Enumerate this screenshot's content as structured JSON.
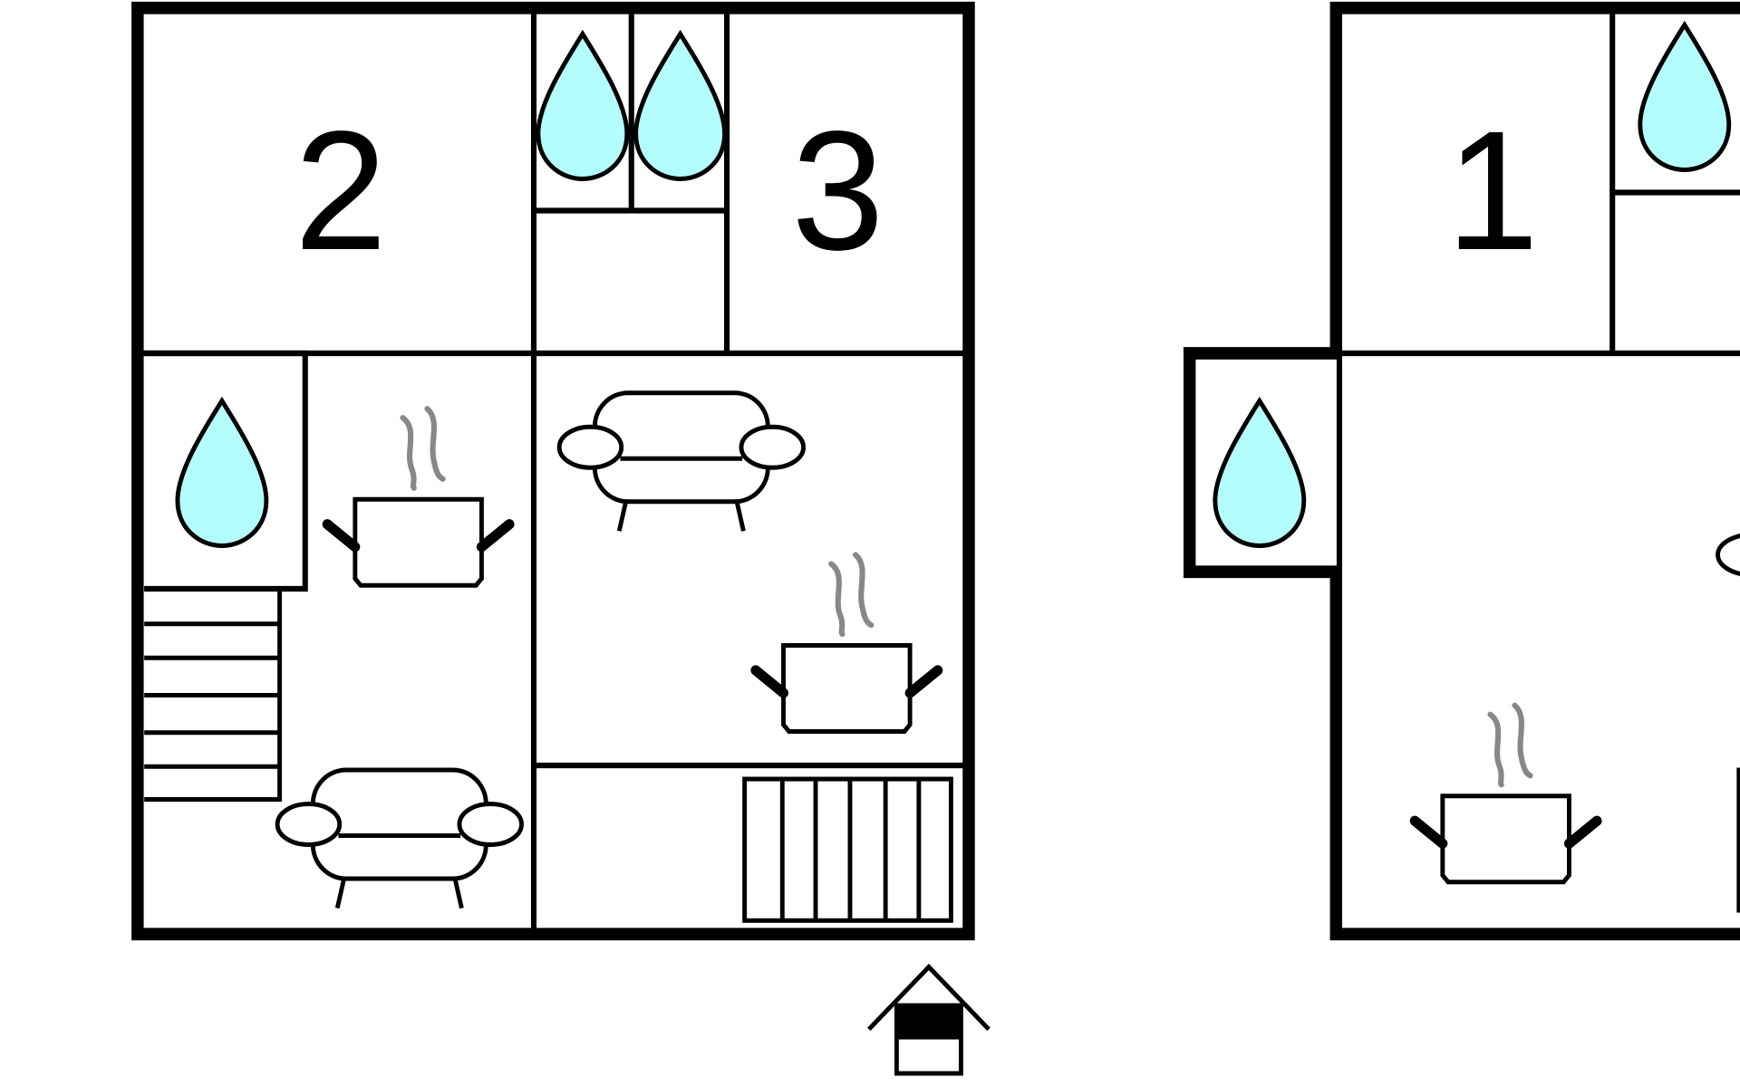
{
  "plan": {
    "title": "Floor plan",
    "rooms": [
      {
        "label": "2"
      },
      {
        "label": "3"
      },
      {
        "label": "1"
      }
    ]
  },
  "colors": {
    "water": "#b3fdfd",
    "wall": "#000000",
    "steam": "#888888"
  }
}
